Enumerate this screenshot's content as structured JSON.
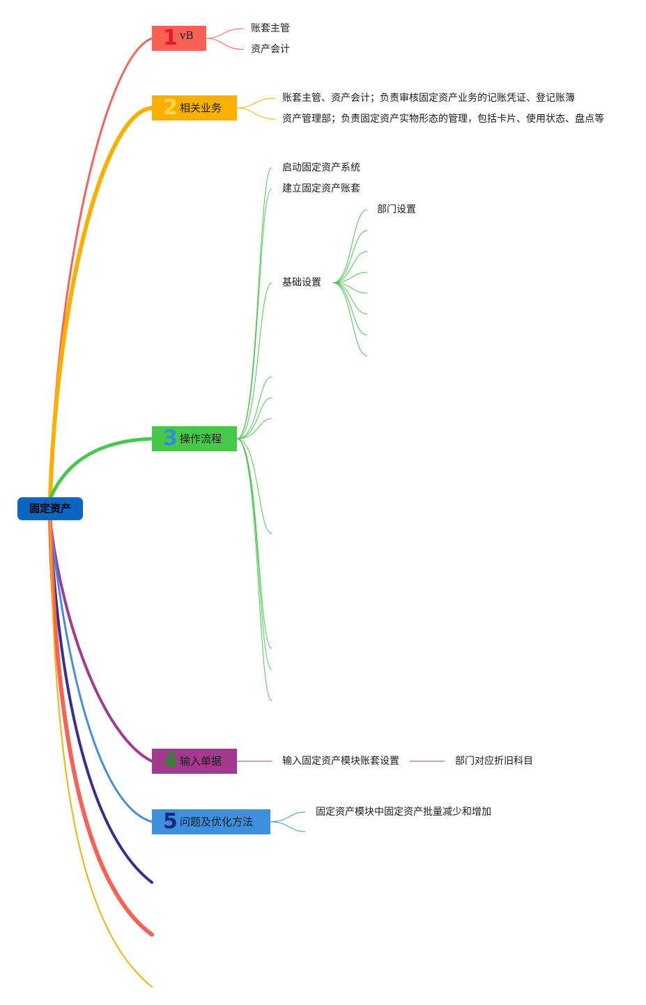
{
  "root": {
    "label": "固定资产",
    "color": "#0a66c2"
  },
  "branches": [
    {
      "num": "1",
      "label": "vB",
      "color": "#f96056",
      "children": [
        "账套主管",
        "资产会计"
      ]
    },
    {
      "num": "2",
      "label": "相关业务",
      "color": "#fbb000",
      "children": [
        "账套主管、资产会计；负责审核固定资产业务的记账凭证、登记账簿",
        "资产管理部；负责固定资产实物形态的管理，包括卡片、使用状态、盘点等"
      ]
    },
    {
      "num": "3",
      "label": "操作流程",
      "color": "#48c84a",
      "children": [
        "启动固定资产系统",
        "建立固定资产账套",
        "基础设置"
      ],
      "grandchildren": [
        "部门设置"
      ]
    },
    {
      "num": "4",
      "label": "输入单据",
      "color": "#a4398e",
      "children": [
        "输入固定资产模块账套设置"
      ],
      "grandchildren": [
        "部门对应折旧科目"
      ]
    },
    {
      "num": "5",
      "label": "问题及优化方法",
      "color": "#3f8fdf",
      "children": [
        "固定资产模块中固定资产批量减少和增加"
      ]
    }
  ],
  "extra_branch_colors": [
    "#3b2d8f",
    "#f96056",
    "#fbb000"
  ]
}
